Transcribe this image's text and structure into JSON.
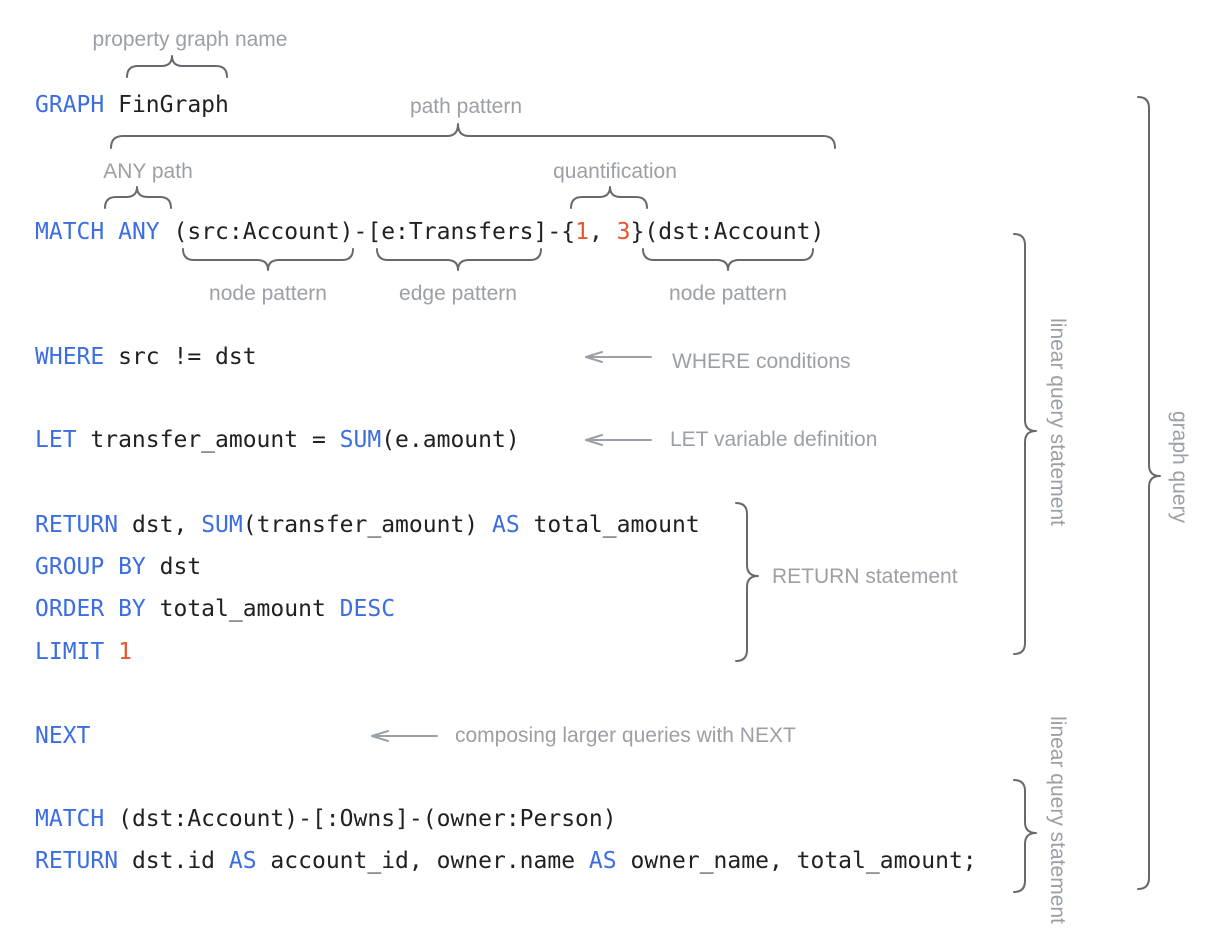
{
  "colors": {
    "keyword": "#3c6ee1",
    "number": "#e8552d",
    "code_text": "#202124",
    "annotation_gray": "#9aa0a6",
    "brace_gray": "#66696d",
    "background": "#ffffff"
  },
  "annotations": {
    "property_graph_name": "property graph name",
    "path_pattern": "path pattern",
    "any_path": "ANY path",
    "quantification": "quantification",
    "node_pattern_left": "node pattern",
    "edge_pattern": "edge pattern",
    "node_pattern_right": "node pattern",
    "where_conditions": "WHERE conditions",
    "let_variable_definition": "LET variable definition",
    "return_statement": "RETURN statement",
    "next_note": "composing larger queries with NEXT",
    "linear_query_statement_1": "linear query statement",
    "linear_query_statement_2": "linear query statement",
    "graph_query": "graph query"
  },
  "code": {
    "graph_line": [
      {
        "t": "GRAPH",
        "c": "kw"
      },
      {
        "t": " FinGraph",
        "c": "plain"
      }
    ],
    "match_line": [
      {
        "t": "MATCH",
        "c": "kw"
      },
      {
        "t": " ",
        "c": "plain"
      },
      {
        "t": "ANY",
        "c": "kw"
      },
      {
        "t": " (src:Account)-[e:Transfers]-{",
        "c": "plain"
      },
      {
        "t": "1",
        "c": "num"
      },
      {
        "t": ", ",
        "c": "plain"
      },
      {
        "t": "3",
        "c": "num"
      },
      {
        "t": "}(dst:Account)",
        "c": "plain"
      }
    ],
    "where_line": [
      {
        "t": "WHERE",
        "c": "kw"
      },
      {
        "t": " src != dst",
        "c": "plain"
      }
    ],
    "let_line": [
      {
        "t": "LET",
        "c": "kw"
      },
      {
        "t": " transfer_amount = ",
        "c": "plain"
      },
      {
        "t": "SUM",
        "c": "kw"
      },
      {
        "t": "(e.amount)",
        "c": "plain"
      }
    ],
    "return_line": [
      {
        "t": "RETURN",
        "c": "kw"
      },
      {
        "t": " dst, ",
        "c": "plain"
      },
      {
        "t": "SUM",
        "c": "kw"
      },
      {
        "t": "(transfer_amount) ",
        "c": "plain"
      },
      {
        "t": "AS",
        "c": "kw"
      },
      {
        "t": " total_amount",
        "c": "plain"
      }
    ],
    "group_by_line": [
      {
        "t": "GROUP BY",
        "c": "kw"
      },
      {
        "t": " dst",
        "c": "plain"
      }
    ],
    "order_by_line": [
      {
        "t": "ORDER BY",
        "c": "kw"
      },
      {
        "t": " total_amount ",
        "c": "plain"
      },
      {
        "t": "DESC",
        "c": "kw"
      }
    ],
    "limit_line": [
      {
        "t": "LIMIT",
        "c": "kw"
      },
      {
        "t": " ",
        "c": "plain"
      },
      {
        "t": "1",
        "c": "num"
      }
    ],
    "next_line": [
      {
        "t": "NEXT",
        "c": "kw"
      }
    ],
    "match_line_2": [
      {
        "t": "MATCH",
        "c": "kw"
      },
      {
        "t": " (dst:Account)-[:Owns]-(owner:Person)",
        "c": "plain"
      }
    ],
    "return_line_2": [
      {
        "t": "RETURN",
        "c": "kw"
      },
      {
        "t": " dst.id ",
        "c": "plain"
      },
      {
        "t": "AS",
        "c": "kw"
      },
      {
        "t": " account_id, owner.name ",
        "c": "plain"
      },
      {
        "t": "AS",
        "c": "kw"
      },
      {
        "t": " owner_name, total_amount;",
        "c": "plain"
      }
    ]
  }
}
